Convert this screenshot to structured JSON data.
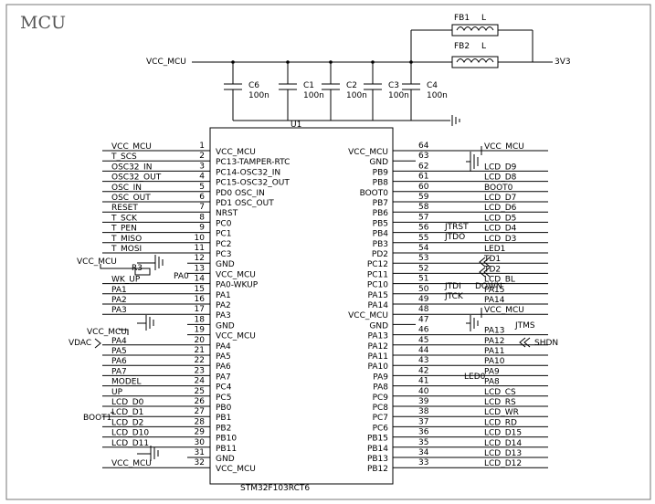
{
  "title": "MCU",
  "ic": {
    "ref": "U1",
    "part": "STM32F103RCT6",
    "left_pins": [
      {
        "num": "1",
        "name": "VCC_MCU"
      },
      {
        "num": "2",
        "name": "PC13-TAMPER-RTC"
      },
      {
        "num": "3",
        "name": "PC14-OSC32_IN"
      },
      {
        "num": "4",
        "name": "PC15-OSC32_OUT"
      },
      {
        "num": "5",
        "name": "PD0 OSC_IN"
      },
      {
        "num": "6",
        "name": "PD1 OSC_OUT"
      },
      {
        "num": "7",
        "name": "NRST"
      },
      {
        "num": "8",
        "name": "PC0"
      },
      {
        "num": "9",
        "name": "PC1"
      },
      {
        "num": "10",
        "name": "PC2"
      },
      {
        "num": "11",
        "name": "PC3"
      },
      {
        "num": "12",
        "name": "GND"
      },
      {
        "num": "13",
        "name": "VCC_MCU"
      },
      {
        "num": "14",
        "name": "PA0-WKUP"
      },
      {
        "num": "15",
        "name": "PA1"
      },
      {
        "num": "16",
        "name": "PA2"
      },
      {
        "num": "17",
        "name": "PA3"
      },
      {
        "num": "18",
        "name": "GND"
      },
      {
        "num": "19",
        "name": "VCC_MCU"
      },
      {
        "num": "20",
        "name": "PA4"
      },
      {
        "num": "21",
        "name": "PA5"
      },
      {
        "num": "22",
        "name": "PA6"
      },
      {
        "num": "23",
        "name": "PA7"
      },
      {
        "num": "24",
        "name": "PC4"
      },
      {
        "num": "25",
        "name": "PC5"
      },
      {
        "num": "26",
        "name": "PB0"
      },
      {
        "num": "27",
        "name": "PB1"
      },
      {
        "num": "28",
        "name": "PB2"
      },
      {
        "num": "29",
        "name": "PB10"
      },
      {
        "num": "30",
        "name": "PB11"
      },
      {
        "num": "31",
        "name": "GND"
      },
      {
        "num": "32",
        "name": "VCC_MCU"
      }
    ],
    "right_pins": [
      {
        "num": "64",
        "name": "VCC_MCU"
      },
      {
        "num": "63",
        "name": "GND"
      },
      {
        "num": "62",
        "name": "PB9"
      },
      {
        "num": "61",
        "name": "PB8"
      },
      {
        "num": "60",
        "name": "BOOT0"
      },
      {
        "num": "59",
        "name": "PB7"
      },
      {
        "num": "58",
        "name": "PB6"
      },
      {
        "num": "57",
        "name": "PB5"
      },
      {
        "num": "56",
        "name": "PB4"
      },
      {
        "num": "55",
        "name": "PB3"
      },
      {
        "num": "54",
        "name": "PD2"
      },
      {
        "num": "53",
        "name": "PC12"
      },
      {
        "num": "52",
        "name": "PC11"
      },
      {
        "num": "51",
        "name": "PC10"
      },
      {
        "num": "50",
        "name": "PA15"
      },
      {
        "num": "49",
        "name": "PA14"
      },
      {
        "num": "48",
        "name": "VCC_MCU"
      },
      {
        "num": "47",
        "name": "GND"
      },
      {
        "num": "46",
        "name": "PA13"
      },
      {
        "num": "45",
        "name": "PA12"
      },
      {
        "num": "44",
        "name": "PA11"
      },
      {
        "num": "43",
        "name": "PA10"
      },
      {
        "num": "42",
        "name": "PA9"
      },
      {
        "num": "41",
        "name": "PA8"
      },
      {
        "num": "40",
        "name": "PC9"
      },
      {
        "num": "39",
        "name": "PC8"
      },
      {
        "num": "38",
        "name": "PC7"
      },
      {
        "num": "37",
        "name": "PC6"
      },
      {
        "num": "36",
        "name": "PB15"
      },
      {
        "num": "35",
        "name": "PB14"
      },
      {
        "num": "34",
        "name": "PB13"
      },
      {
        "num": "33",
        "name": "PB12"
      }
    ]
  },
  "left_nets": [
    "VCC_MCU",
    "T_SCS",
    "OSC32_IN",
    "OSC32_OUT",
    "OSC_IN",
    "OSC_OUT",
    "RESET",
    "T_SCK",
    "T_PEN",
    "T_MISO",
    "T_MOSI",
    "",
    "",
    "WK_UP",
    "PA1",
    "PA2",
    "PA3",
    "",
    "",
    "PA4",
    "PA5",
    "PA6",
    "PA7",
    "MODEL",
    "UP",
    "LCD_D0",
    "LCD_D1",
    "LCD_D2",
    "LCD_D10",
    "LCD_D11",
    "",
    "VCC_MCU"
  ],
  "right_nets": [
    "VCC_MCU",
    "",
    "LCD_D9",
    "LCD_D8",
    "BOOT0",
    "LCD_D7",
    "LCD_D6",
    "LCD_D5",
    "LCD_D4",
    "LCD_D3",
    "LED1",
    "TD1",
    "TD2",
    "LCD_BL",
    "PA15",
    "PA14",
    "VCC_MCU",
    "",
    "PA13",
    "PA12",
    "PA11",
    "PA10",
    "PA9",
    "PA8",
    "LCD_CS",
    "LCD_RS",
    "LCD_WR",
    "LCD_RD",
    "LCD_D15",
    "LCD_D14",
    "LCD_D13",
    "LCD_D12"
  ],
  "extra_labels": {
    "vcc_mcu_13": "VCC_MCU",
    "vcc_mcu_19": "VCC_MCU",
    "r3": "R3",
    "vdac": "VDAC",
    "boot1": "BOOT1",
    "jtrst": "JTRST",
    "jtdo": "JTDO",
    "jtdi": "JTDI",
    "down": "DOWN",
    "jtck": "JTCK",
    "jtms": "JTMS",
    "shdn": "SHDN",
    "led0": "LED0",
    "pa0": "PA0"
  },
  "power": {
    "vcc_label": "VCC_MCU",
    "out_label": "3V3",
    "fb1": "FB1",
    "fb2": "FB2",
    "fb_type": "L",
    "caps": [
      {
        "ref": "C6",
        "value": "100n"
      },
      {
        "ref": "C1",
        "value": "100n"
      },
      {
        "ref": "C2",
        "value": "100n"
      },
      {
        "ref": "C3",
        "value": "100n"
      },
      {
        "ref": "C4",
        "value": "100n"
      }
    ]
  }
}
